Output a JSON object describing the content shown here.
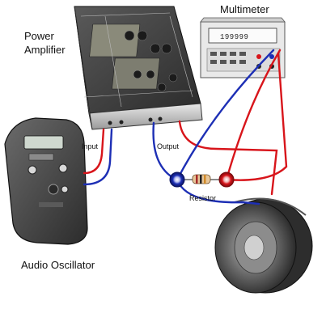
{
  "labels": {
    "power_line1": "Power",
    "power_line2": "Amplifier",
    "multimeter": "Multimeter",
    "input": "Input",
    "output": "Output",
    "resistor": "Resistor",
    "oscillator": "Audio Oscillator"
  },
  "multimeter_display": "199999",
  "colors": {
    "wire_red": "#d8151b",
    "wire_blue": "#1d2fb5",
    "equipment_dark": "#3a3a3a",
    "equipment_light": "#e6e6e6"
  }
}
